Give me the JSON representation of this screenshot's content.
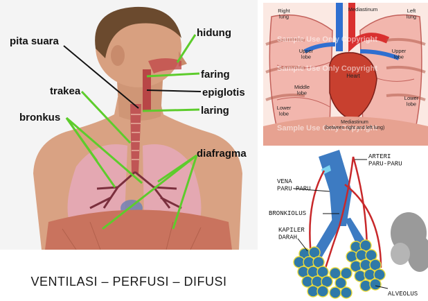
{
  "main": {
    "labels": {
      "pita_suara": "pita suara",
      "hidung": "hidung",
      "faring": "faring",
      "epiglotis": "epiglotis",
      "laring": "laring",
      "trakea": "trakea",
      "bronkus": "bronkus",
      "diafragma": "diafragma"
    },
    "caption": "VENTILASI – PERFUSI – DIFUSI",
    "leader_color": "#5dcc2c"
  },
  "heart": {
    "labels": {
      "right_lung": "Right\nlung",
      "left_lung": "Left\nlung",
      "mediastinum": "Mediastinum",
      "upper_lobe_left": "Upper\nlobe",
      "upper_lobe_right": "Upper\nlobe",
      "middle_lobe": "Middle\nlobe",
      "heart": "Heart",
      "lower_lobe_left": "Lower\nlobe",
      "lower_lobe_right": "Lower\nlobe",
      "mediastinum_note": "Mediastinum\n(between right and left lung)"
    },
    "watermark": "Sample Use Only  Copyright"
  },
  "alveoli": {
    "labels": {
      "arteri": "ARTERI\nPARU-PARU",
      "vena": "VENA\nPARU-PARU",
      "bronkiolus": "BRONKIOLUS",
      "kapiler": "KAPILER\nDARAH",
      "alveolus": "ALVEOLUS"
    }
  }
}
